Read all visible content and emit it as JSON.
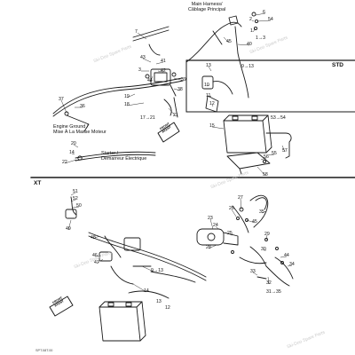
{
  "sections": {
    "std": "STD",
    "xt": "XT"
  },
  "captions": {
    "main_harness": [
      "Main Harness/",
      "Câblage Principal"
    ],
    "engine_ground": [
      "Engine Ground /",
      "Mise À La Masse Moteur"
    ],
    "starter": [
      "Starter /",
      "Démarreur Électrique"
    ]
  },
  "front_label": "FRONT\nAVANT",
  "watermark": "Ski-Doo Spare Parts",
  "doc_id": "SPT.08T.00",
  "std_callouts": [
    {
      "label": "6"
    },
    {
      "label": "54"
    },
    {
      "label": "2"
    },
    {
      "label": "1"
    },
    {
      "label": "1→3"
    },
    {
      "label": "40"
    },
    {
      "label": "45"
    },
    {
      "label": "7"
    },
    {
      "label": "43"
    },
    {
      "label": "41"
    },
    {
      "label": "42"
    },
    {
      "label": "44"
    },
    {
      "label": "3"
    },
    {
      "label": "39"
    },
    {
      "label": "38"
    },
    {
      "label": "13"
    },
    {
      "label": "9→13"
    },
    {
      "label": "10"
    },
    {
      "label": "11"
    },
    {
      "label": "37"
    },
    {
      "label": "36"
    },
    {
      "label": "19"
    },
    {
      "label": "18"
    },
    {
      "label": "21"
    },
    {
      "label": "17→21"
    },
    {
      "label": "20"
    },
    {
      "label": "14"
    },
    {
      "label": "22"
    },
    {
      "label": "12"
    },
    {
      "label": "53→54"
    },
    {
      "label": "15"
    },
    {
      "label": "56"
    },
    {
      "label": "55"
    },
    {
      "label": "57"
    },
    {
      "label": "58"
    }
  ],
  "xt_callouts": [
    {
      "label": "51"
    },
    {
      "label": "52"
    },
    {
      "label": "50"
    },
    {
      "label": "49"
    },
    {
      "label": "48"
    },
    {
      "label": "46"
    },
    {
      "label": "47"
    },
    {
      "label": "27"
    },
    {
      "label": "26"
    },
    {
      "label": "23"
    },
    {
      "label": "24"
    },
    {
      "label": "45"
    },
    {
      "label": "25"
    },
    {
      "label": "28"
    },
    {
      "label": "35"
    },
    {
      "label": "29"
    },
    {
      "label": "30"
    },
    {
      "label": "44"
    },
    {
      "label": "33"
    },
    {
      "label": "34"
    },
    {
      "label": "32"
    },
    {
      "label": "31→35"
    },
    {
      "label": "9→13"
    },
    {
      "label": "14"
    },
    {
      "label": "13"
    },
    {
      "label": "12"
    }
  ]
}
